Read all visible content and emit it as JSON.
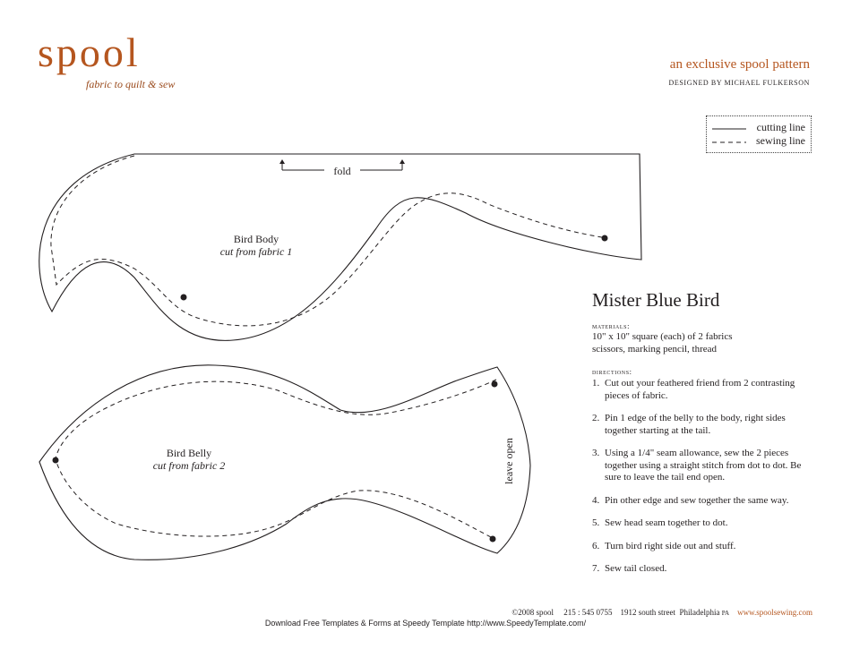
{
  "brand": {
    "name": "spool",
    "tagline": "fabric to quilt & sew",
    "accent_color": "#b5561f"
  },
  "header": {
    "exclusive": "an exclusive spool pattern",
    "designer": "DESIGNED BY MICHAEL FULKERSON"
  },
  "legend": {
    "cutting": "cutting line",
    "sewing": "sewing line"
  },
  "pattern": {
    "fold_label": "fold",
    "body_title": "Bird Body",
    "body_sub": "cut from fabric 1",
    "belly_title": "Bird Belly",
    "belly_sub": "cut from fabric 2",
    "leave_open": "leave open"
  },
  "instructions": {
    "title": "Mister Blue Bird",
    "materials_head": "materials:",
    "materials_text": "10\" x 10\" square (each) of 2 fabrics\nscissors, marking pencil, thread",
    "directions_head": "directions:",
    "steps": [
      {
        "num": "1.",
        "text": "Cut out your feathered friend from 2 contrasting pieces of fabric."
      },
      {
        "num": "2.",
        "text": "Pin 1 edge of the belly to the body, right sides together starting at the tail."
      },
      {
        "num": "3.",
        "text": "Using a 1/4\" seam allowance, sew the 2 pieces together using a straight stitch from dot to dot. Be sure to leave the tail end open."
      },
      {
        "num": "4.",
        "text": "Pin other edge and sew together the same way."
      },
      {
        "num": "5.",
        "text": "Sew head seam together to dot."
      },
      {
        "num": "6.",
        "text": "Turn bird right side out and stuff."
      },
      {
        "num": "7.",
        "text": "Sew tail closed."
      }
    ]
  },
  "footer": {
    "copyright": "©2008 spool",
    "phone": "215 : 545 0755",
    "address": "1912 south street",
    "city": "Philadelphia",
    "state": "PA",
    "website": "www.spoolsewing.com",
    "download": "Download Free Templates & Forms at Speedy Template http://www.SpeedyTemplate.com/"
  }
}
